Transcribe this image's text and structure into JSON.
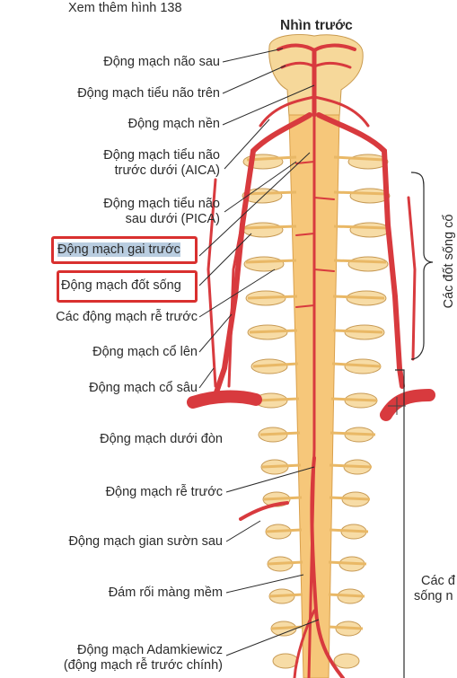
{
  "header": {
    "see_also": "Xem thêm hình 138",
    "view_title": "Nhìn trước"
  },
  "labels": {
    "post_cerebral": "Động mạch não sau",
    "sup_cerebellar": "Động mạch tiểu não trên",
    "basilar": "Động mạch nền",
    "aica_line1": "Động mạch tiểu não",
    "aica_line2": "trước dưới (AICA)",
    "pica_line1": "Động mạch tiểu não",
    "pica_line2": "sau dưới (PICA)",
    "ant_spinal": "Động mạch gai trước",
    "vertebral": "Động mạch đốt sống",
    "ant_radicular_group": "Các động mạch rễ trước",
    "asc_cervical": "Động mạch cổ lên",
    "deep_cervical": "Động mạch cổ sâu",
    "subclavian": "Động mạch dưới đòn",
    "ant_radicular": "Động mạch rễ trước",
    "post_intercostal": "Động mạch gian sườn sau",
    "pial_plexus": "Đám rối màng mềm",
    "adamkiewicz_line1": "Động mạch Adamkiewicz",
    "adamkiewicz_line2": "(động mạch rễ trước chính)"
  },
  "right_labels": {
    "cervical_vertebrae": "Các đốt sống cổ",
    "thoracic_line1": "Các đ",
    "thoracic_line2": "sống n"
  },
  "colors": {
    "artery": "#d83a3e",
    "artery_dark": "#a8232a",
    "cord": "#f6c77a",
    "bone": "#f7dca6",
    "bone_edge": "#c79a55",
    "highlight_box": "#d9302f",
    "selection": "#b9cde0"
  }
}
